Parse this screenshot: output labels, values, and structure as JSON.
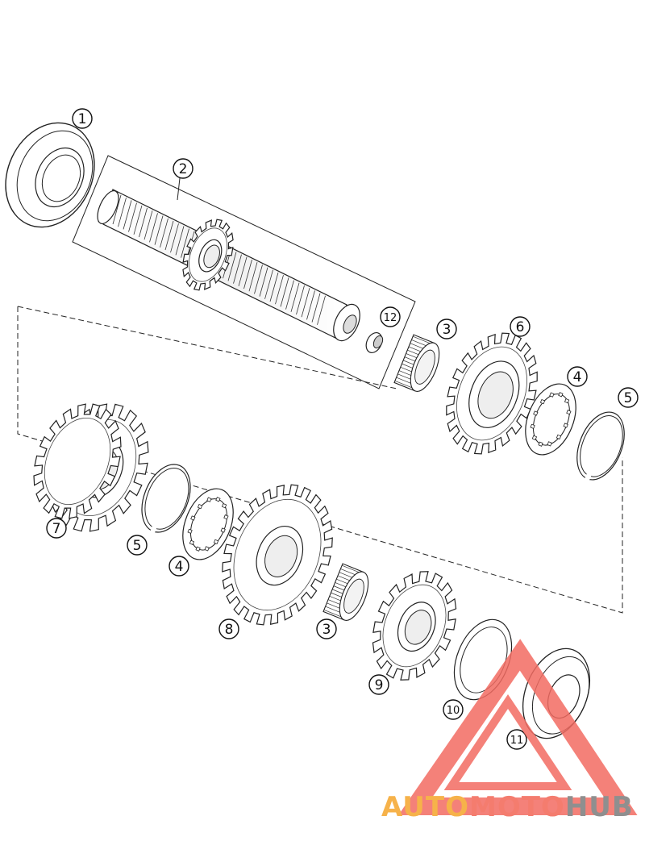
{
  "diagram": {
    "callouts": [
      {
        "id": "c1",
        "label": "1"
      },
      {
        "id": "c2",
        "label": "2"
      },
      {
        "id": "c12",
        "label": "12"
      },
      {
        "id": "c3a",
        "label": "3"
      },
      {
        "id": "c6",
        "label": "6"
      },
      {
        "id": "c4a",
        "label": "4"
      },
      {
        "id": "c5a",
        "label": "5"
      },
      {
        "id": "c7",
        "label": "7"
      },
      {
        "id": "c5b",
        "label": "5"
      },
      {
        "id": "c4b",
        "label": "4"
      },
      {
        "id": "c8",
        "label": "8"
      },
      {
        "id": "c3b",
        "label": "3"
      },
      {
        "id": "c9",
        "label": "9"
      },
      {
        "id": "c10",
        "label": "10"
      },
      {
        "id": "c11",
        "label": "11"
      }
    ]
  },
  "watermark": {
    "part1": "AUTO",
    "part2": "MOTO",
    "part3": "HUB",
    "colors": {
      "part1": "#f6b24a",
      "part2": "#f47c6e",
      "part3": "#8f8f8f",
      "triangle": "#f26b61"
    }
  },
  "colors": {
    "line": "#222222",
    "accent": "#f26b61"
  }
}
